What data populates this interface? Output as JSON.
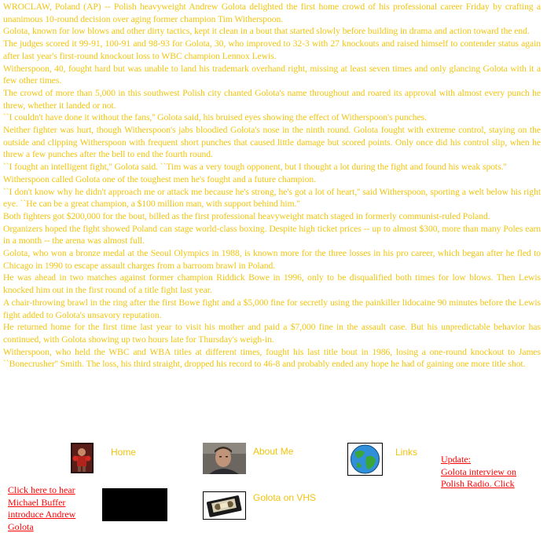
{
  "article": {
    "paragraphs": [
      "WROCLAW, Poland (AP) -- Polish heavyweight Andrew Golota delighted the first home crowd of his professional career Friday by crafting a unanimous 10-round decision over aging former champion Tim Witherspoon.",
      "Golota, known for low blows and other dirty tactics, kept it clean in a bout that started slowly before building in drama and action toward the end.",
      "The judges scored it 99-91, 100-91 and 98-93 for Golota, 30, who improved to 32-3 with 27 knockouts and raised himself to contender status again after last year's first-round knockout loss to WBC champion Lennox Lewis.",
      "Witherspoon, 40, fought hard but was unable to land his trademark overhand right, missing at least seven times and only glancing Golota with it a few other times.",
      "The crowd of more than 5,000 in this southwest Polish city chanted Golota's name throughout and roared its approval with almost every punch he threw, whether it landed or not.",
      "``I couldn't have done it without the fans,'' Golota said, his bruised eyes showing the effect of Witherspoon's punches.",
      "Neither fighter was hurt, though Witherspoon's jabs bloodied Golota's nose in the ninth round. Golota fought with extreme control, staying on the outside and clipping Witherspoon with frequent short punches that caused little damage but scored points. Only once did his control slip, when he threw a few punches after the bell to end the fourth round.",
      "``I fought an intelligent fight,'' Golota said. ``Tim was a very tough opponent, but I thought a lot during the fight and found his weak spots.''",
      "Witherspoon called Golota one of the toughest men he's fought and a future champion.",
      "``I don't know why he didn't approach me or attack me because he's strong, he's got a lot of heart,'' said Witherspoon, sporting a welt below his right eye. ``He can be a great champion, a $100 million man, with support behind him.''",
      "Both fighters got $200,000 for the bout, billed as the first professional heavyweight match staged in formerly communist-ruled Poland.",
      "Organizers hoped the fight showed Poland can stage world-class boxing. Despite high ticket prices -- up to almost $300, more than many Poles earn in a month -- the arena was almost full.",
      "Golota, who won a bronze medal at the Seoul Olympics in 1988, is known more for the three losses in his pro career, which began after he fled to Chicago in 1990 to escape assault charges from a barroom brawl in Poland.",
      "He was ahead in two matches against former champion Riddick Bowe in 1996, only to be disqualified both times for low blows. Then Lewis knocked him out in the first round of a title fight last year.",
      "A chair-throwing brawl in the ring after the first Bowe fight and a $5,000 fine for secretly using the painkiller lidocaine 90 minutes before the Lewis fight added to Golota's unsavory reputation.",
      "He returned home for the first time last year to visit his mother and paid a $7,000 fine in the assault case. But his unpredictable behavior has continued, with Golota showing up two hours late for Thursday's weigh-in.",
      "Witherspoon, who held the WBC and WBA titles at different times, fought his last title bout in 1986, losing a one-round knockout to James ``Bonecrusher'' Smith.  The loss, his third straight, dropped his record to 46-8 and probably ended any hope he had of gaining one more title shot."
    ]
  },
  "nav": {
    "home": "Home",
    "about": "About Me",
    "links": "Links",
    "vhs": "Golota on VHS"
  },
  "update": {
    "line1": "Update:",
    "line2": "Golota interview on Polish Radio. Click"
  },
  "audio": {
    "text": "Click here to hear Michael Buffer introduce Andrew Golota"
  },
  "colors": {
    "text": "#f1c40f",
    "link": "#ff0000"
  }
}
